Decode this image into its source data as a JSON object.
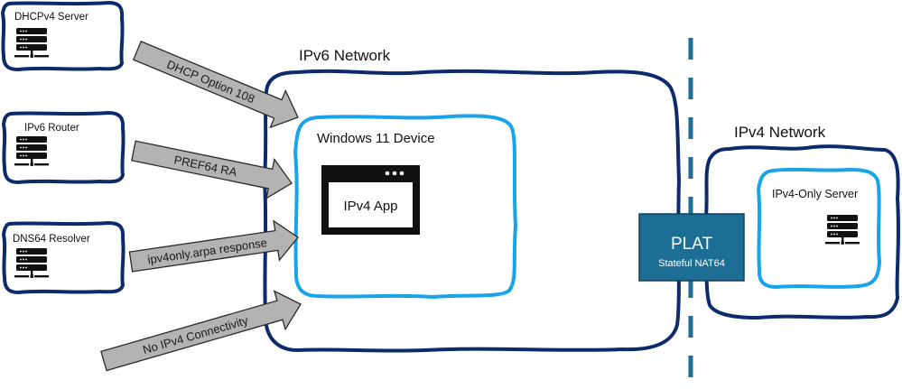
{
  "colors": {
    "dark_navy": "#0d2a6b",
    "light_blue": "#1aa3e8",
    "plat_fill": "#1c6e94",
    "plat_border": "#0f3f5a",
    "dashed_divider": "#1c6e94",
    "arrow_fill": "#b3b3b3",
    "arrow_stroke": "#2a2a2a"
  },
  "sources": [
    {
      "label": "DHCPv4 Server",
      "icon": "server-icon"
    },
    {
      "label": "IPv6 Router",
      "icon": "server-icon"
    },
    {
      "label": "DNS64 Resolver",
      "icon": "server-icon"
    }
  ],
  "arrows": [
    {
      "label": "DHCP Option 108"
    },
    {
      "label": "PREF64 RA"
    },
    {
      "label": "ipv4only.arpa response"
    },
    {
      "label": "No IPv4 Connectivity"
    }
  ],
  "ipv6_network": {
    "label": "IPv6 Network",
    "device": {
      "label": "Windows 11 Device",
      "app": {
        "label": "IPv4 App",
        "icon": "app-window-icon"
      }
    }
  },
  "plat": {
    "title": "PLAT",
    "subtitle": "Stateful NAT64"
  },
  "ipv4_network": {
    "label": "IPv4 Network",
    "server": {
      "label": "IPv4-Only Server",
      "icon": "server-icon"
    }
  }
}
